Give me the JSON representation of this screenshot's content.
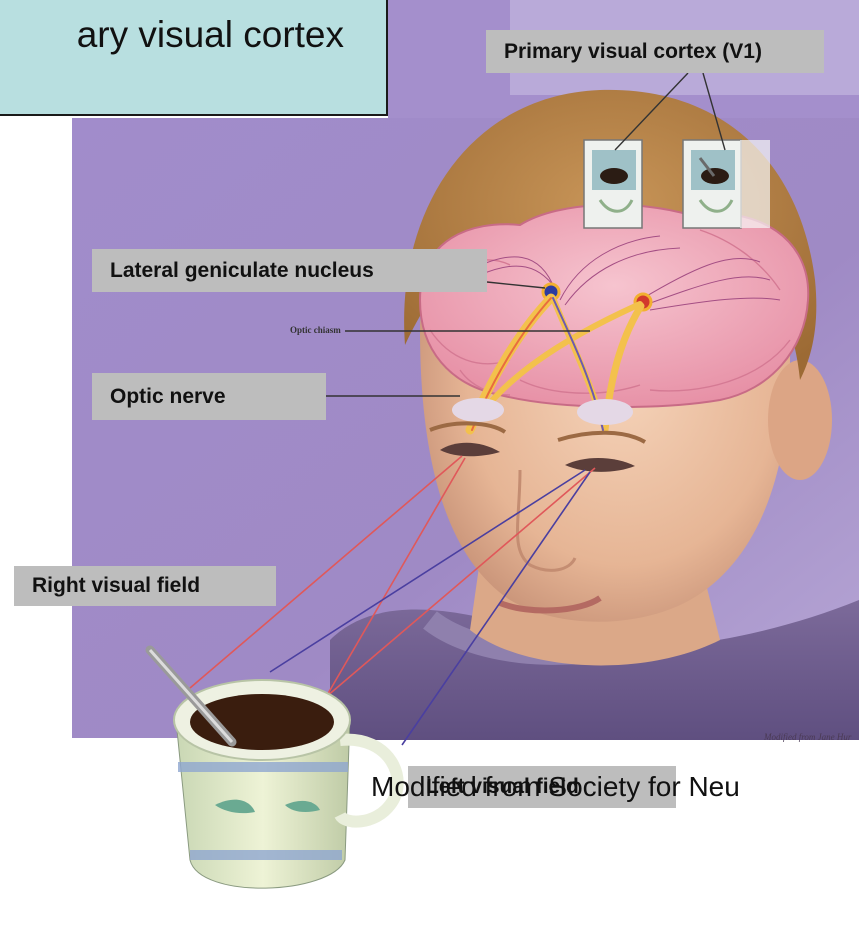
{
  "title": "ary visual cortex",
  "labels": {
    "primary_visual_cortex": "Primary visual cortex (V1)",
    "lateral_geniculate_nucleus": "Lateral geniculate nucleus",
    "optic_chiasm": "Optic chiasm",
    "optic_nerve": "Optic nerve",
    "right_visual_field": "Right visual field",
    "left_visual_field": "Left visual field"
  },
  "credit": "Modified from Society for Neu",
  "artwork_credit": "Modified from Jane Hur",
  "colors": {
    "title_box": "#b8dfe0",
    "label_box": "#bdbdbd",
    "background_purple": "#a08cc4",
    "skin": "#e9bfa2",
    "hair": "#b08044",
    "brain": "#f2a8b8",
    "right_field_line": "#e0585a",
    "left_field_line": "#4a3fa0"
  }
}
